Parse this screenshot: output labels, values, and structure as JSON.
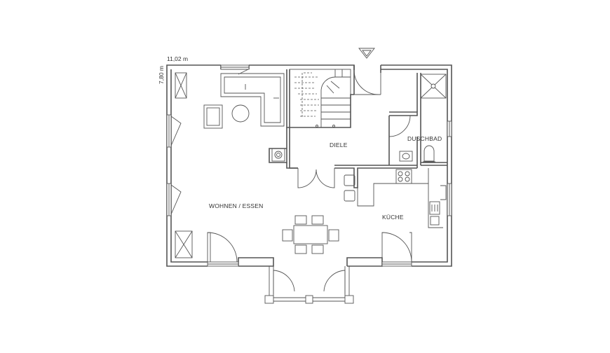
{
  "dimensions": {
    "width": "11,02 m",
    "height": "7,80 m"
  },
  "rooms": {
    "living": "WOHNEN / ESSEN",
    "hall": "DIELE",
    "shower": "DUSCHBAD",
    "kitchen": "KÜCHE"
  },
  "colors": {
    "line": "#555555",
    "background": "#ffffff"
  }
}
